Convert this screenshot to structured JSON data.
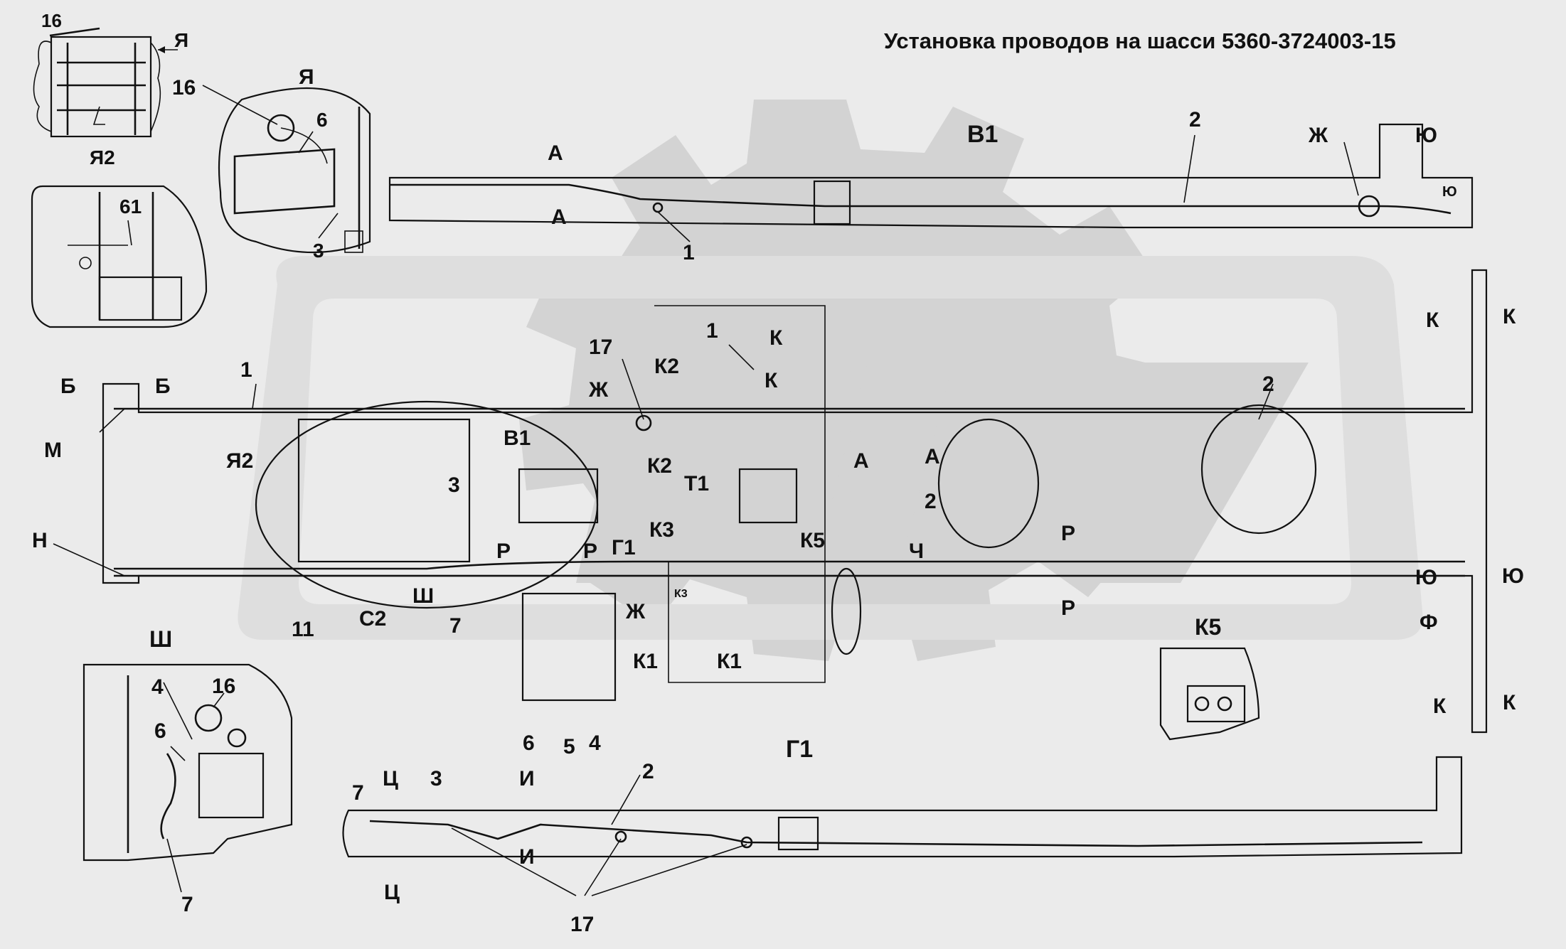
{
  "title": "Установка проводов на шасси 5360-3724003-15",
  "views": {
    "ya2_top": {
      "label": "Я2",
      "callout": "16",
      "arrow": "Я"
    },
    "ya_detail": {
      "label": "Я",
      "callouts": [
        "16",
        "6",
        "3"
      ]
    },
    "detail_61": {
      "callout": "61"
    },
    "v1_view": {
      "label": "В1",
      "callouts": [
        "1",
        "2"
      ],
      "sections": [
        "А",
        "А",
        "Ж",
        "Ю",
        "Ю"
      ]
    },
    "main_view": {
      "callouts": [
        "1",
        "17",
        "1",
        "2",
        "2",
        "3",
        "11",
        "7",
        "6",
        "5",
        "4"
      ],
      "sections": [
        "Б",
        "Б",
        "М",
        "Н",
        "Я2",
        "В1",
        "Ж",
        "К2",
        "К2",
        "К",
        "К",
        "Т1",
        "Г1",
        "К3",
        "К5",
        "А",
        "А",
        "Р",
        "Р",
        "Р",
        "Р",
        "Ч",
        "С2",
        "Ш",
        "Ж",
        "К1",
        "К1",
        "К3",
        "К",
        "К",
        "Ю",
        "Ю",
        "Ф",
        "К",
        "К"
      ]
    },
    "k5_view": {
      "label": "К5"
    },
    "sh_view": {
      "label": "Ш",
      "callouts": [
        "4",
        "16",
        "6",
        "7"
      ]
    },
    "g1_view": {
      "label": "Г1",
      "callouts": [
        "7",
        "3",
        "2",
        "17"
      ],
      "sections": [
        "Ц",
        "Ц",
        "И",
        "И"
      ]
    }
  }
}
